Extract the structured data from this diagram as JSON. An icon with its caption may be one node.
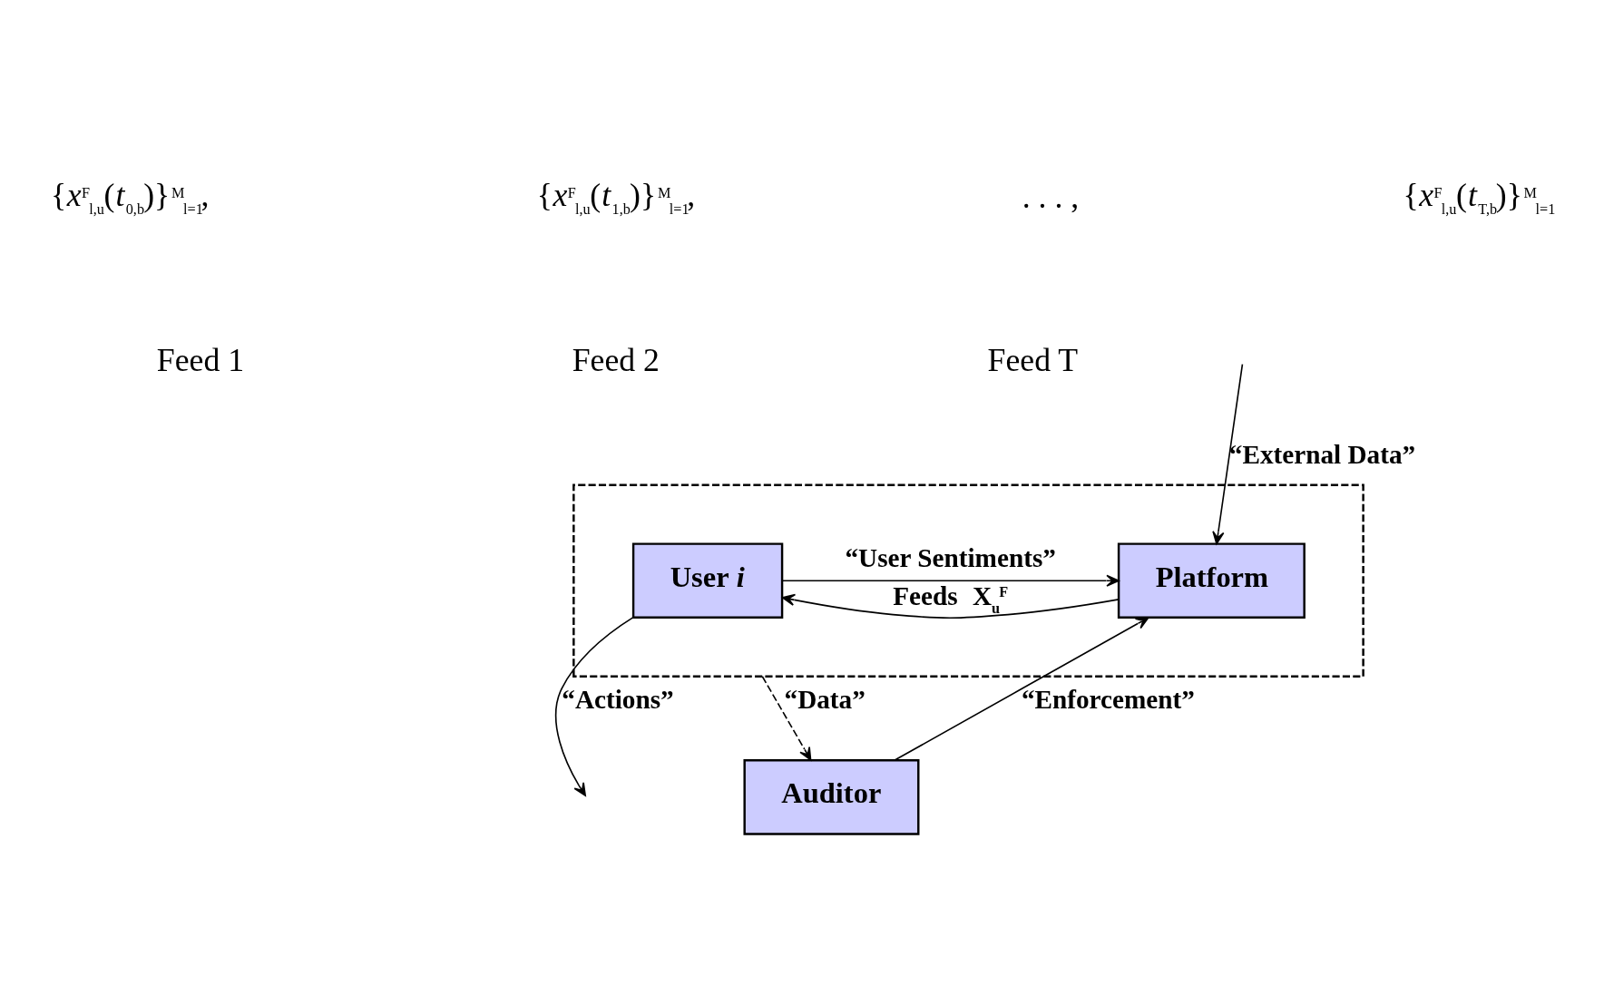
{
  "diagram": {
    "nodes": [
      {
        "text": [],
        "shape": "box"
      },
      {
        "text": [
          "Platform"
        ],
        "in": 0
      },
      {
        "text": [
          "User *i*"
        ],
        "in": 0
      },
      {
        "text": [
          "Auditor"
        ]
      }
    ],
    "edges": [
      {
        "from": null,
        "to": 1,
        "arrow": "to",
        "label": "“External Data”"
      },
      {
        "from": 1,
        "to": 2,
        "arrow": "to",
        "label": "Feeds  **X**$_{u}$$^{F}$"
      },
      {
        "from": 2,
        "to": 1,
        "arrow": "to",
        "label": "“User Sentiments”"
      },
      {
        "from": 2,
        "to": null,
        "arrow": "to",
        "label": "“Actions”"
      },
      {
        "from": 0,
        "to": 3,
        "arrow": "to",
        "label": "“Data”",
        "style": "dashed"
      },
      {
        "from": 3,
        "to": 1,
        "arrow": "to",
        "label": "“Enforcement”"
      }
    ],
    "labels": [
      "{*x*$^{F}$$_{l,u}$(*t*$_{0,b}$)}$^{M}$$_{l=1}$,",
      "{*x*$^{F}$$_{l,u}$(*t*$_{1,b}$)}$^{M}$$_{l=1}$,",
      ". . . ,",
      "{*x*$^{F}$$_{l,u}$(*t*$_{T,b}$)}$^{M}$$_{l=1}$",
      "Feed 1",
      "Feed 2",
      "Feed T"
    ]
  }
}
